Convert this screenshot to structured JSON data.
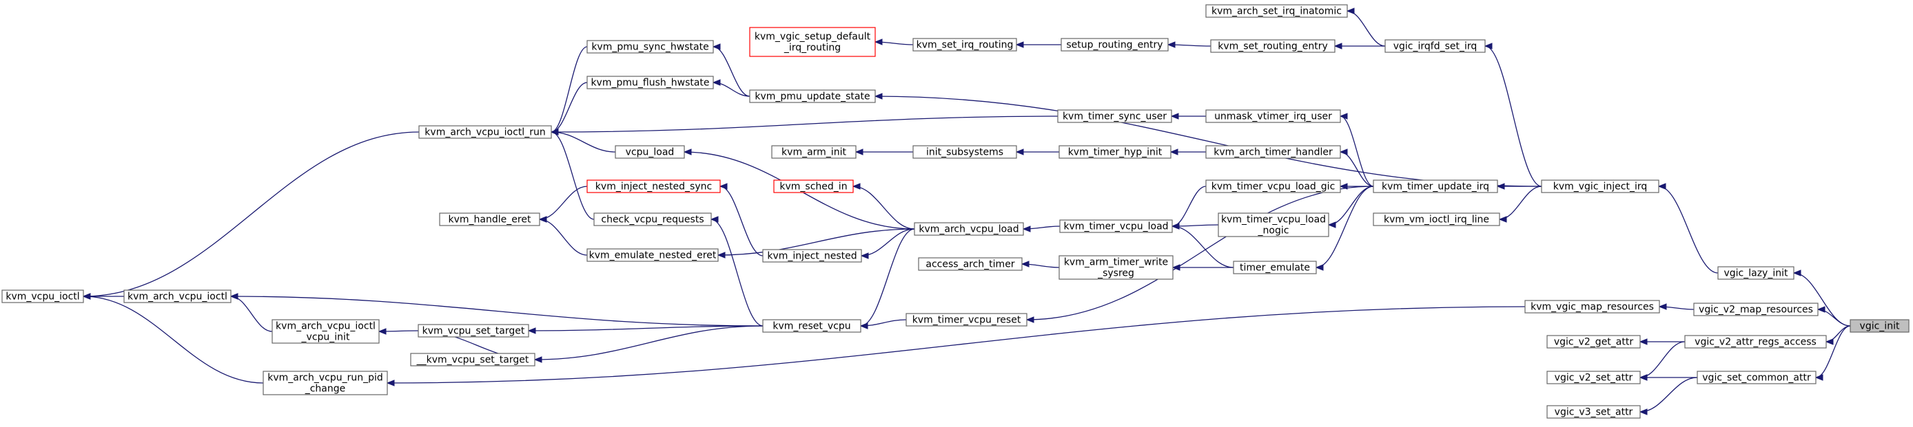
{
  "nodes": [
    {
      "id": "kvm_vcpu_ioctl",
      "lines": [
        "kvm_vcpu_ioctl"
      ]
    },
    {
      "id": "kvm_arch_vcpu_ioctl",
      "lines": [
        "kvm_arch_vcpu_ioctl"
      ]
    },
    {
      "id": "kvm_arch_vcpu_ioctl_vcpu_init",
      "lines": [
        "kvm_arch_vcpu_ioctl",
        "_vcpu_init"
      ]
    },
    {
      "id": "kvm_arch_vcpu_run_pid_change",
      "lines": [
        "kvm_arch_vcpu_run_pid",
        "_change"
      ]
    },
    {
      "id": "kvm_vcpu_set_target",
      "lines": [
        "kvm_vcpu_set_target"
      ]
    },
    {
      "id": "__kvm_vcpu_set_target",
      "lines": [
        "__kvm_vcpu_set_target"
      ]
    },
    {
      "id": "kvm_reset_vcpu",
      "lines": [
        "kvm_reset_vcpu"
      ]
    },
    {
      "id": "kvm_timer_vcpu_reset",
      "lines": [
        "kvm_timer_vcpu_reset"
      ]
    },
    {
      "id": "kvm_arch_vcpu_ioctl_run",
      "lines": [
        "kvm_arch_vcpu_ioctl_run"
      ]
    },
    {
      "id": "kvm_pmu_sync_hwstate",
      "lines": [
        "kvm_pmu_sync_hwstate"
      ]
    },
    {
      "id": "kvm_pmu_flush_hwstate",
      "lines": [
        "kvm_pmu_flush_hwstate"
      ]
    },
    {
      "id": "kvm_pmu_update_state",
      "lines": [
        "kvm_pmu_update_state"
      ]
    },
    {
      "id": "kvm_vgic_setup_default_irq_routing",
      "lines": [
        "kvm_vgic_setup_default",
        "_irq_routing"
      ],
      "red": true
    },
    {
      "id": "kvm_set_irq_routing",
      "lines": [
        "kvm_set_irq_routing"
      ]
    },
    {
      "id": "setup_routing_entry",
      "lines": [
        "setup_routing_entry"
      ]
    },
    {
      "id": "kvm_set_routing_entry",
      "lines": [
        "kvm_set_routing_entry"
      ]
    },
    {
      "id": "kvm_arch_set_irq_inatomic",
      "lines": [
        "kvm_arch_set_irq_inatomic"
      ]
    },
    {
      "id": "vgic_irqfd_set_irq",
      "lines": [
        "vgic_irqfd_set_irq"
      ]
    },
    {
      "id": "kvm_timer_sync_user",
      "lines": [
        "kvm_timer_sync_user"
      ]
    },
    {
      "id": "unmask_vtimer_irq_user",
      "lines": [
        "unmask_vtimer_irq_user"
      ]
    },
    {
      "id": "vcpu_load",
      "lines": [
        "vcpu_load"
      ]
    },
    {
      "id": "kvm_arm_init",
      "lines": [
        "kvm_arm_init"
      ]
    },
    {
      "id": "init_subsystems",
      "lines": [
        "init_subsystems"
      ]
    },
    {
      "id": "kvm_timer_hyp_init",
      "lines": [
        "kvm_timer_hyp_init"
      ]
    },
    {
      "id": "kvm_arch_timer_handler",
      "lines": [
        "kvm_arch_timer_handler"
      ]
    },
    {
      "id": "kvm_inject_nested_sync",
      "lines": [
        "kvm_inject_nested_sync"
      ],
      "red": true
    },
    {
      "id": "kvm_sched_in",
      "lines": [
        "kvm_sched_in"
      ],
      "red": true
    },
    {
      "id": "kvm_handle_eret",
      "lines": [
        "kvm_handle_eret"
      ]
    },
    {
      "id": "check_vcpu_requests",
      "lines": [
        "check_vcpu_requests"
      ]
    },
    {
      "id": "kvm_emulate_nested_eret",
      "lines": [
        "kvm_emulate_nested_eret"
      ]
    },
    {
      "id": "kvm_inject_nested",
      "lines": [
        "kvm_inject_nested"
      ]
    },
    {
      "id": "kvm_arch_vcpu_load",
      "lines": [
        "kvm_arch_vcpu_load"
      ]
    },
    {
      "id": "kvm_timer_vcpu_load",
      "lines": [
        "kvm_timer_vcpu_load"
      ]
    },
    {
      "id": "kvm_timer_vcpu_load_gic",
      "lines": [
        "kvm_timer_vcpu_load_gic"
      ]
    },
    {
      "id": "kvm_timer_vcpu_load_nogic",
      "lines": [
        "kvm_timer_vcpu_load",
        "_nogic"
      ]
    },
    {
      "id": "access_arch_timer",
      "lines": [
        "access_arch_timer"
      ]
    },
    {
      "id": "kvm_arm_timer_write_sysreg",
      "lines": [
        "kvm_arm_timer_write",
        "_sysreg"
      ]
    },
    {
      "id": "timer_emulate",
      "lines": [
        "timer_emulate"
      ]
    },
    {
      "id": "kvm_timer_update_irq",
      "lines": [
        "kvm_timer_update_irq"
      ]
    },
    {
      "id": "kvm_vgic_inject_irq",
      "lines": [
        "kvm_vgic_inject_irq"
      ]
    },
    {
      "id": "kvm_vm_ioctl_irq_line",
      "lines": [
        "kvm_vm_ioctl_irq_line"
      ]
    },
    {
      "id": "vgic_lazy_init",
      "lines": [
        "vgic_lazy_init"
      ]
    },
    {
      "id": "kvm_vgic_map_resources",
      "lines": [
        "kvm_vgic_map_resources"
      ]
    },
    {
      "id": "vgic_v2_map_resources",
      "lines": [
        "vgic_v2_map_resources"
      ]
    },
    {
      "id": "vgic_v2_get_attr",
      "lines": [
        "vgic_v2_get_attr"
      ]
    },
    {
      "id": "vgic_v2_attr_regs_access",
      "lines": [
        "vgic_v2_attr_regs_access"
      ]
    },
    {
      "id": "vgic_v2_set_attr",
      "lines": [
        "vgic_v2_set_attr"
      ]
    },
    {
      "id": "vgic_set_common_attr",
      "lines": [
        "vgic_set_common_attr"
      ]
    },
    {
      "id": "vgic_v3_set_attr",
      "lines": [
        "vgic_v3_set_attr"
      ]
    },
    {
      "id": "vgic_init",
      "lines": [
        "vgic_init"
      ],
      "target": true
    }
  ],
  "edges": [
    {
      "from": "kvm_arch_vcpu_ioctl",
      "to": "kvm_vcpu_ioctl"
    },
    {
      "from": "kvm_arch_vcpu_run_pid_change",
      "to": "kvm_vcpu_ioctl"
    },
    {
      "from": "kvm_arch_vcpu_ioctl_run",
      "to": "kvm_vcpu_ioctl"
    },
    {
      "from": "kvm_arch_vcpu_ioctl_vcpu_init",
      "to": "kvm_arch_vcpu_ioctl"
    },
    {
      "from": "kvm_reset_vcpu",
      "to": "kvm_arch_vcpu_ioctl"
    },
    {
      "from": "kvm_vcpu_set_target",
      "to": "kvm_arch_vcpu_ioctl_vcpu_init"
    },
    {
      "from": "kvm_reset_vcpu",
      "to": "kvm_vcpu_set_target"
    },
    {
      "from": "__kvm_vcpu_set_target",
      "to": "kvm_vcpu_set_target"
    },
    {
      "from": "kvm_reset_vcpu",
      "to": "__kvm_vcpu_set_target"
    },
    {
      "from": "kvm_timer_vcpu_reset",
      "to": "kvm_reset_vcpu"
    },
    {
      "from": "kvm_pmu_sync_hwstate",
      "to": "kvm_arch_vcpu_ioctl_run"
    },
    {
      "from": "kvm_pmu_flush_hwstate",
      "to": "kvm_arch_vcpu_ioctl_run"
    },
    {
      "from": "kvm_timer_sync_user",
      "to": "kvm_arch_vcpu_ioctl_run"
    },
    {
      "from": "vcpu_load",
      "to": "kvm_arch_vcpu_ioctl_run"
    },
    {
      "from": "check_vcpu_requests",
      "to": "kvm_arch_vcpu_ioctl_run"
    },
    {
      "from": "kvm_pmu_update_state",
      "to": "kvm_pmu_sync_hwstate"
    },
    {
      "from": "kvm_pmu_update_state",
      "to": "kvm_pmu_flush_hwstate"
    },
    {
      "from": "kvm_set_irq_routing",
      "to": "kvm_vgic_setup_default_irq_routing"
    },
    {
      "from": "setup_routing_entry",
      "to": "kvm_set_irq_routing"
    },
    {
      "from": "kvm_set_routing_entry",
      "to": "setup_routing_entry"
    },
    {
      "from": "vgic_irqfd_set_irq",
      "to": "kvm_set_routing_entry"
    },
    {
      "from": "vgic_irqfd_set_irq",
      "to": "kvm_arch_set_irq_inatomic"
    },
    {
      "from": "unmask_vtimer_irq_user",
      "to": "kvm_timer_sync_user"
    },
    {
      "from": "init_subsystems",
      "to": "kvm_arm_init"
    },
    {
      "from": "kvm_timer_hyp_init",
      "to": "init_subsystems"
    },
    {
      "from": "kvm_arch_timer_handler",
      "to": "kvm_timer_hyp_init"
    },
    {
      "from": "kvm_arch_vcpu_load",
      "to": "vcpu_load"
    },
    {
      "from": "kvm_arch_vcpu_load",
      "to": "kvm_sched_in"
    },
    {
      "from": "kvm_arch_vcpu_load",
      "to": "kvm_inject_nested"
    },
    {
      "from": "kvm_arch_vcpu_load",
      "to": "kvm_emulate_nested_eret"
    },
    {
      "from": "kvm_arch_vcpu_load",
      "to": "kvm_reset_vcpu"
    },
    {
      "from": "kvm_inject_nested_sync",
      "to": "kvm_handle_eret"
    },
    {
      "from": "kvm_emulate_nested_eret",
      "to": "kvm_handle_eret"
    },
    {
      "from": "kvm_inject_nested",
      "to": "kvm_inject_nested_sync"
    },
    {
      "from": "kvm_reset_vcpu",
      "to": "check_vcpu_requests"
    },
    {
      "from": "kvm_timer_vcpu_load",
      "to": "kvm_arch_vcpu_load"
    },
    {
      "from": "kvm_timer_vcpu_load_gic",
      "to": "kvm_timer_vcpu_load"
    },
    {
      "from": "kvm_timer_vcpu_load_nogic",
      "to": "kvm_timer_vcpu_load"
    },
    {
      "from": "timer_emulate",
      "to": "kvm_timer_vcpu_load"
    },
    {
      "from": "kvm_arm_timer_write_sysreg",
      "to": "access_arch_timer"
    },
    {
      "from": "timer_emulate",
      "to": "kvm_arm_timer_write_sysreg"
    },
    {
      "from": "kvm_timer_update_irq",
      "to": "unmask_vtimer_irq_user"
    },
    {
      "from": "kvm_timer_update_irq",
      "to": "kvm_arch_timer_handler"
    },
    {
      "from": "kvm_timer_update_irq",
      "to": "kvm_timer_vcpu_load_gic"
    },
    {
      "from": "kvm_timer_update_irq",
      "to": "kvm_timer_vcpu_load_nogic"
    },
    {
      "from": "kvm_timer_update_irq",
      "to": "timer_emulate"
    },
    {
      "from": "kvm_timer_update_irq",
      "to": "kvm_timer_vcpu_reset"
    },
    {
      "from": "kvm_vgic_inject_irq",
      "to": "kvm_timer_update_irq"
    },
    {
      "from": "kvm_vgic_inject_irq",
      "to": "kvm_pmu_update_state"
    },
    {
      "from": "kvm_vgic_inject_irq",
      "to": "vgic_irqfd_set_irq"
    },
    {
      "from": "kvm_vgic_inject_irq",
      "to": "kvm_vm_ioctl_irq_line"
    },
    {
      "from": "vgic_lazy_init",
      "to": "kvm_vgic_inject_irq"
    },
    {
      "from": "vgic_init",
      "to": "vgic_lazy_init"
    },
    {
      "from": "vgic_init",
      "to": "vgic_v2_map_resources"
    },
    {
      "from": "vgic_init",
      "to": "vgic_v2_attr_regs_access"
    },
    {
      "from": "vgic_init",
      "to": "vgic_set_common_attr"
    },
    {
      "from": "vgic_v2_map_resources",
      "to": "kvm_vgic_map_resources"
    },
    {
      "from": "kvm_vgic_map_resources",
      "to": "kvm_arch_vcpu_run_pid_change"
    },
    {
      "from": "vgic_v2_attr_regs_access",
      "to": "vgic_v2_get_attr"
    },
    {
      "from": "vgic_v2_attr_regs_access",
      "to": "vgic_v2_set_attr"
    },
    {
      "from": "vgic_set_common_attr",
      "to": "vgic_v2_set_attr"
    },
    {
      "from": "vgic_set_common_attr",
      "to": "vgic_v3_set_attr"
    }
  ]
}
